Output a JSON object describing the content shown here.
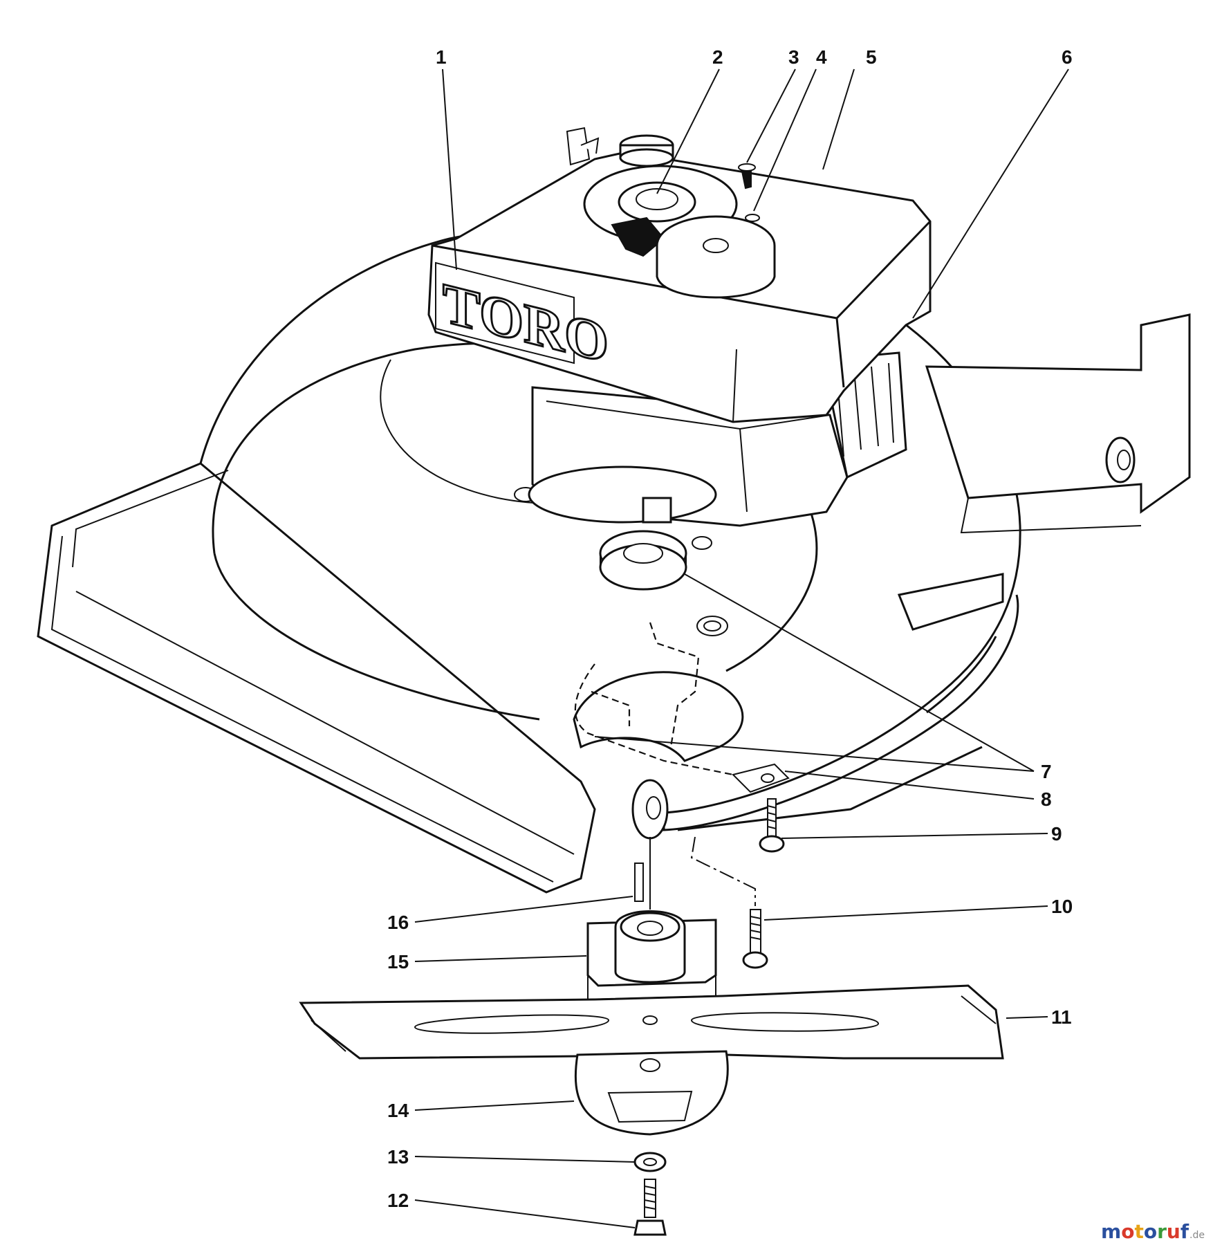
{
  "brand_label": "TORO",
  "watermark": {
    "letters": [
      "m",
      "o",
      "t",
      "o",
      "r",
      "u",
      "f"
    ],
    "suffix": ".de",
    "colors": [
      "#2a4f9e",
      "#d93a2b",
      "#e8a317",
      "#2a4f9e",
      "#3a9a3a",
      "#d93a2b",
      "#2a4f9e"
    ]
  },
  "callouts": [
    {
      "id": "1",
      "label": "1"
    },
    {
      "id": "2",
      "label": "2"
    },
    {
      "id": "3",
      "label": "3"
    },
    {
      "id": "4",
      "label": "4"
    },
    {
      "id": "5",
      "label": "5"
    },
    {
      "id": "6",
      "label": "6"
    },
    {
      "id": "7",
      "label": "7"
    },
    {
      "id": "8",
      "label": "8"
    },
    {
      "id": "9",
      "label": "9"
    },
    {
      "id": "10",
      "label": "10"
    },
    {
      "id": "11",
      "label": "11"
    },
    {
      "id": "12",
      "label": "12"
    },
    {
      "id": "13",
      "label": "13"
    },
    {
      "id": "14",
      "label": "14"
    },
    {
      "id": "15",
      "label": "15"
    },
    {
      "id": "16",
      "label": "16"
    }
  ]
}
